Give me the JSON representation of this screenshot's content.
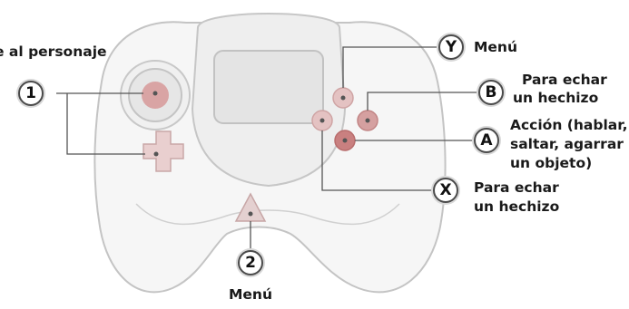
{
  "callouts": {
    "stick": {
      "number": "1",
      "label": "e al personaje"
    },
    "start": {
      "number": "2",
      "label": "Menú"
    },
    "y": {
      "letter": "Y",
      "label": "Menú"
    },
    "b": {
      "letter": "B",
      "label_line1": "Para echar",
      "label_line2": "un hechizo"
    },
    "a": {
      "letter": "A",
      "label_line1": "Acción (hablar,",
      "label_line2": "saltar, agarrar",
      "label_line3": "un objeto)"
    },
    "x": {
      "letter": "X",
      "label_line1": "Para echar",
      "label_line2": "un hechizo"
    }
  },
  "colors": {
    "controller_outline": "#bdbdbd",
    "controller_fill": "#f3f3f3",
    "button_face": "#d9a4a4",
    "button_face_dark": "#c98080",
    "leader_line": "#555555"
  }
}
